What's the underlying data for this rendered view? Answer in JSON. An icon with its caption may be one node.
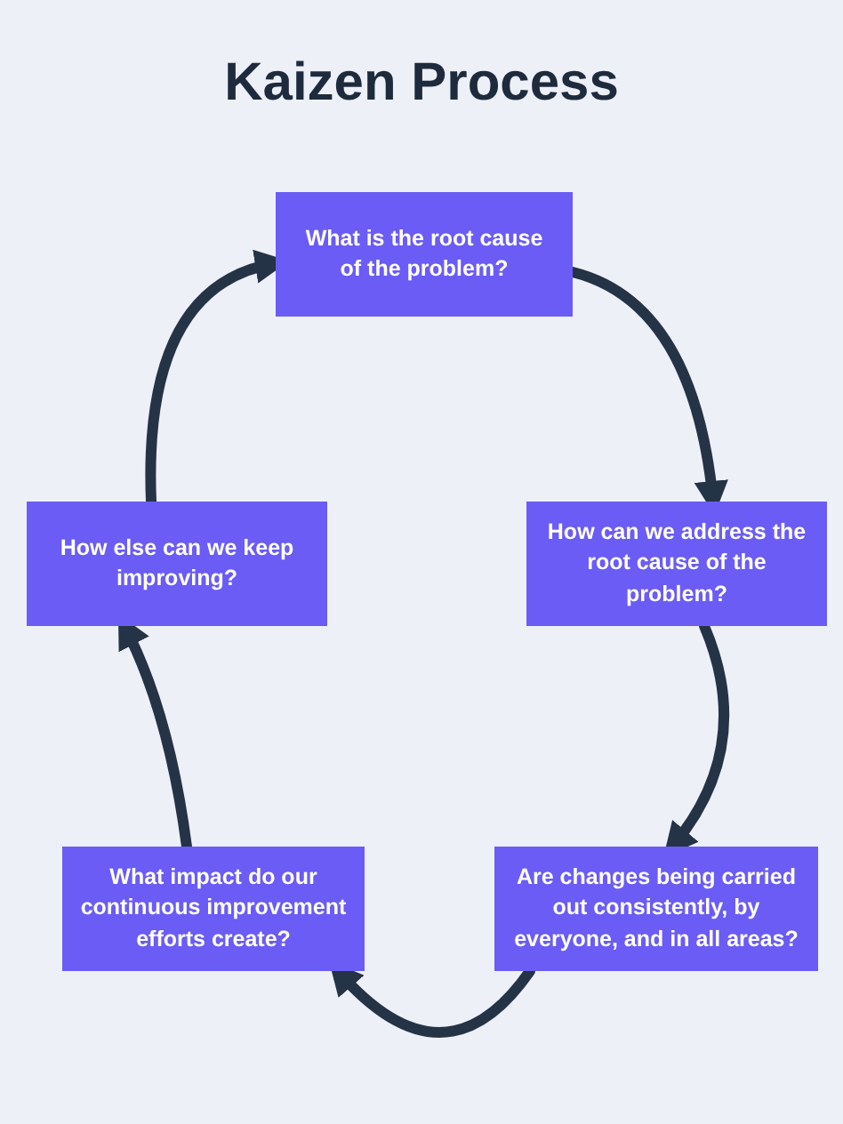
{
  "diagram": {
    "title": "Kaizen Process",
    "nodes": [
      {
        "text": [
          "What is the root cause of the problem?"
        ]
      },
      {
        "text": [
          "How can we address the root cause of the problem?"
        ]
      },
      {
        "text": [
          "Are changes being carried out consistently, by everyone, and in all areas?"
        ]
      },
      {
        "text": [
          "What impact do our continuous improvement efforts create?"
        ]
      },
      {
        "text": [
          "How else can we keep improving?"
        ]
      }
    ],
    "edges": [
      {
        "from": 0,
        "to": 1,
        "arrow": "to"
      },
      {
        "from": 1,
        "to": 2,
        "arrow": "to"
      },
      {
        "from": 2,
        "to": 3,
        "arrow": "to"
      },
      {
        "from": 3,
        "to": 4,
        "arrow": "to"
      },
      {
        "from": 4,
        "to": 0,
        "arrow": "to"
      }
    ]
  }
}
